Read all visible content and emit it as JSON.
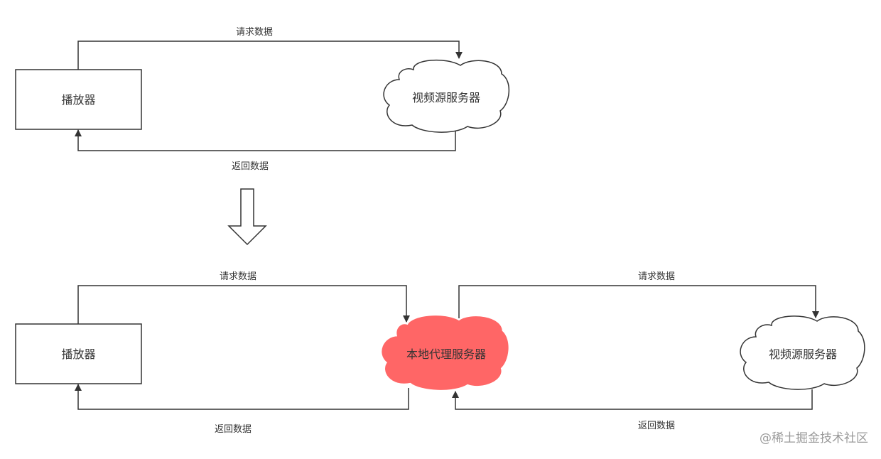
{
  "top": {
    "player_label": "播放器",
    "server_label": "视频源服务器",
    "request_label": "请求数据",
    "response_label": "返回数据"
  },
  "bottom": {
    "player_label": "播放器",
    "proxy_label": "本地代理服务器",
    "server_label": "视频源服务器",
    "request_label_left": "请求数据",
    "response_label_left": "返回数据",
    "request_label_right": "请求数据",
    "response_label_right": "返回数据"
  },
  "watermark": "@稀土掘金技术社区",
  "colors": {
    "stroke": "#333333",
    "proxy_fill": "#ff6666",
    "background": "#ffffff"
  }
}
